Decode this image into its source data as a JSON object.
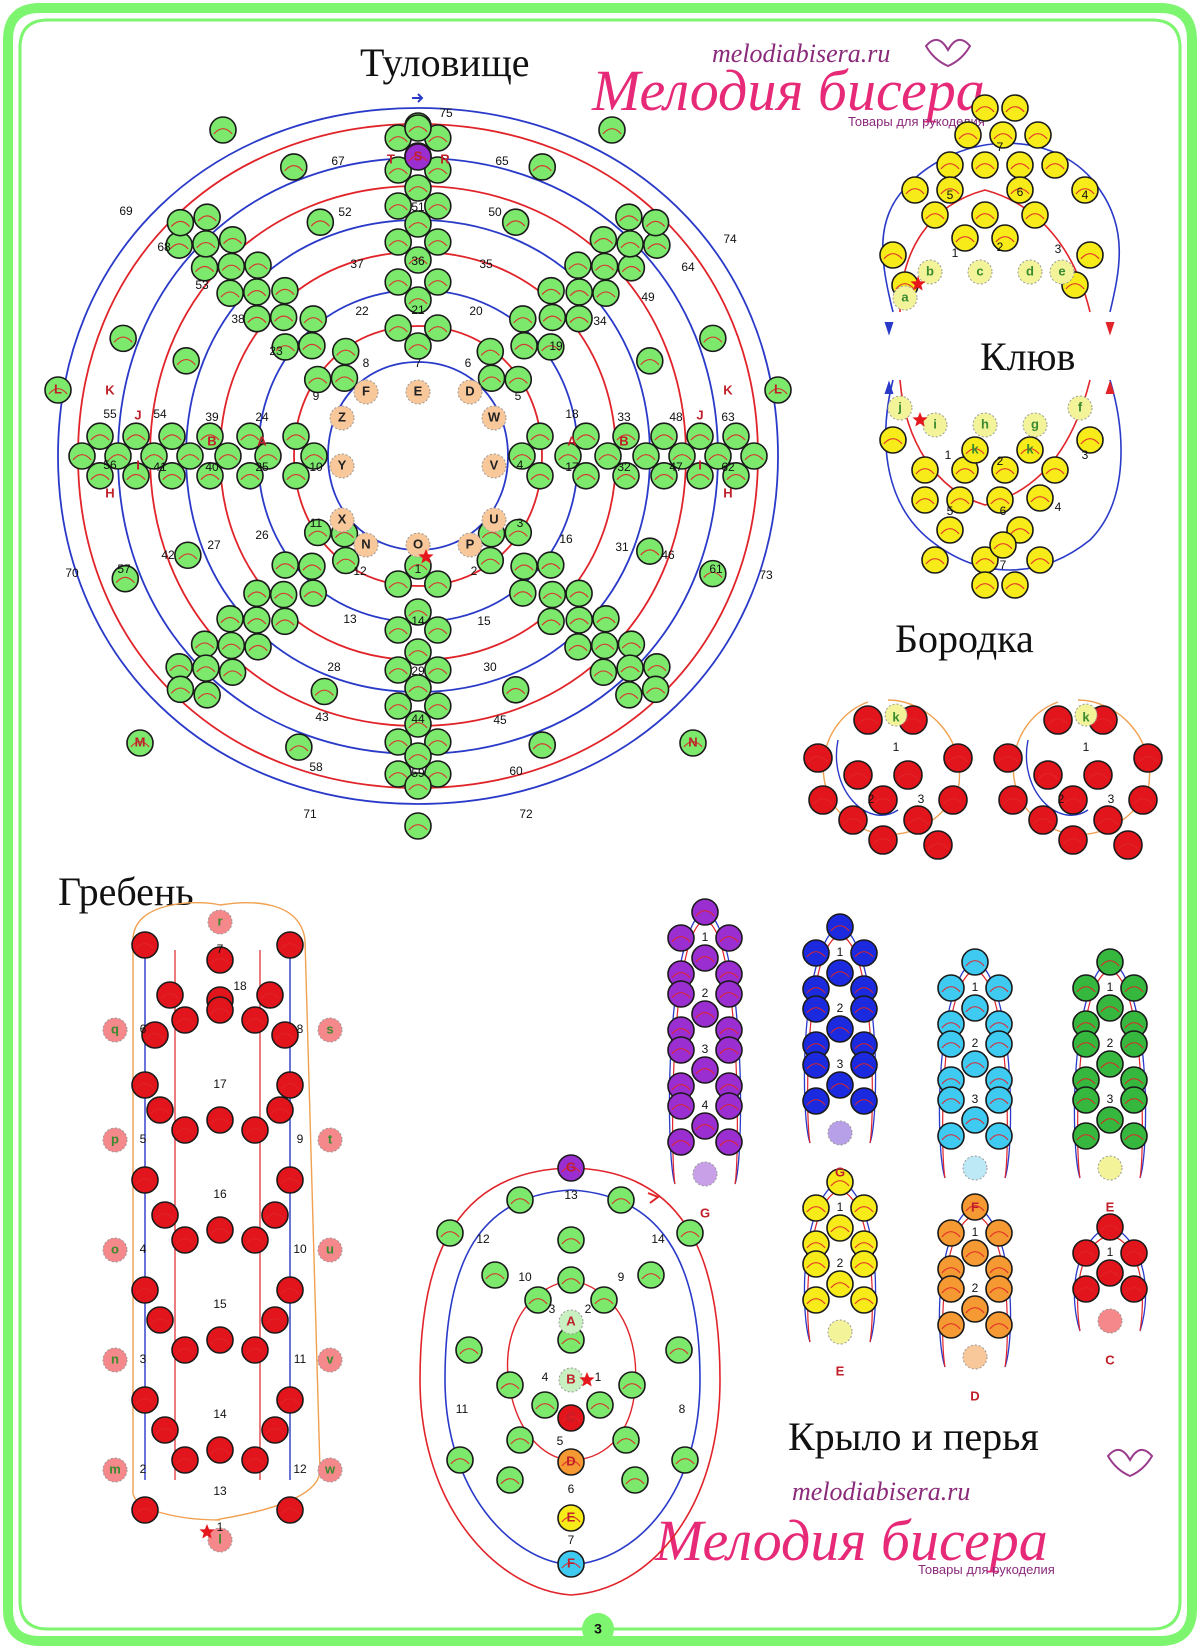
{
  "page_number": "3",
  "frame_color": "#7ef56e",
  "colors": {
    "red_thread": "#e0242a",
    "blue_thread": "#2a3ac8",
    "orange_thread": "#f0a050",
    "green_bead": "#7ce86c",
    "red_bead": "#e3151c",
    "yellow_bead": "#f7ec1a",
    "purple_bead": "#9b2ed0",
    "navy_bead": "#1b2adf",
    "cyan_bead": "#3fcaf2",
    "dkgreen_bead": "#35b83d",
    "orange_bead": "#f59a32",
    "peach_marker": "#f8c79a",
    "pink_marker": "#f4888a"
  },
  "titles": {
    "body": "Туловище",
    "beak": "Клюв",
    "beard": "Бородка",
    "comb": "Гребень",
    "wing": "Крыло и перья"
  },
  "logo": {
    "url": "melodiabisera.ru",
    "brand": "Мелодия бисера",
    "tagline": "Товары для рукоделия"
  },
  "body": {
    "numbers": [
      "75",
      "67",
      "65",
      "69",
      "74",
      "68",
      "52",
      "51",
      "50",
      "64",
      "53",
      "37",
      "36",
      "35",
      "49",
      "38",
      "22",
      "21",
      "20",
      "34",
      "23",
      "19",
      "8",
      "7",
      "6",
      "9",
      "5",
      "55",
      "54",
      "39",
      "24",
      "18",
      "33",
      "48",
      "63",
      "56",
      "41",
      "40",
      "25",
      "10",
      "4",
      "17",
      "32",
      "47",
      "62",
      "11",
      "3",
      "26",
      "16",
      "27",
      "31",
      "42",
      "46",
      "57",
      "61",
      "70",
      "73",
      "12",
      "1",
      "2",
      "13",
      "14",
      "15",
      "28",
      "29",
      "30",
      "43",
      "44",
      "45",
      "58",
      "59",
      "60",
      "71",
      "72"
    ],
    "inner_labels": [
      "F",
      "E",
      "D",
      "Z",
      "W",
      "Y",
      "V",
      "X",
      "U",
      "N",
      "O",
      "P"
    ],
    "labels": [
      "S",
      "T",
      "R",
      "L",
      "L",
      "K",
      "K",
      "J",
      "J",
      "I",
      "I",
      "H",
      "H",
      "B",
      "A",
      "A",
      "B",
      "M",
      "N"
    ]
  },
  "beak": {
    "top_numbers": [
      "7",
      "5",
      "6",
      "4",
      "1",
      "2",
      "3"
    ],
    "top_labels": [
      "a",
      "b",
      "c",
      "d",
      "e"
    ],
    "bottom_numbers": [
      "1",
      "2",
      "3",
      "5",
      "6",
      "4",
      "7"
    ],
    "bottom_labels": [
      "j",
      "i",
      "h",
      "g",
      "f",
      "k",
      "k"
    ]
  },
  "beard": {
    "numbers": [
      "1",
      "2",
      "3"
    ],
    "label": "k"
  },
  "comb": {
    "numbers": [
      "7",
      "18",
      "6",
      "8",
      "17",
      "5",
      "9",
      "16",
      "4",
      "10",
      "15",
      "3",
      "11",
      "14",
      "2",
      "12",
      "13",
      "1"
    ],
    "labels": [
      "r",
      "q",
      "s",
      "p",
      "t",
      "o",
      "u",
      "n",
      "v",
      "m",
      "w",
      "l"
    ]
  },
  "wing": {
    "numbers": [
      "13",
      "12",
      "14",
      "10",
      "9",
      "3",
      "2",
      "4",
      "1",
      "11",
      "8",
      "5",
      "6",
      "7"
    ],
    "labels": [
      "G",
      "A",
      "B",
      "C",
      "D",
      "E",
      "F"
    ]
  },
  "feathers": [
    {
      "numbers": [
        "4",
        "3",
        "2",
        "1"
      ],
      "label": "G"
    },
    {
      "numbers": [
        "3",
        "2",
        "1"
      ],
      "label": "G"
    },
    {
      "numbers": [
        "3",
        "2",
        "1"
      ],
      "label": "F"
    },
    {
      "numbers": [
        "3",
        "2",
        "1"
      ],
      "label": "E"
    },
    {
      "numbers": [
        "2",
        "1"
      ],
      "label": "E"
    },
    {
      "numbers": [
        "2",
        "1"
      ],
      "label": "D"
    },
    {
      "numbers": [
        "1"
      ],
      "label": "C"
    }
  ]
}
